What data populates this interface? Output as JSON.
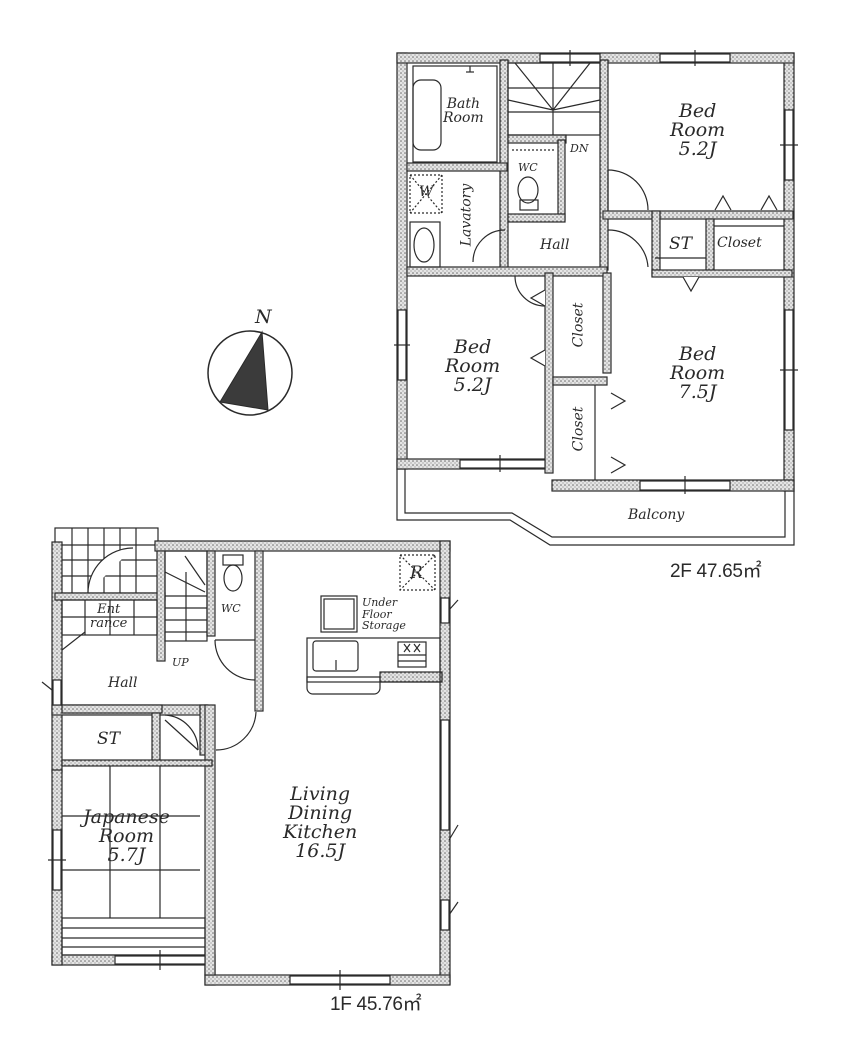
{
  "compass": {
    "label": "N"
  },
  "floor2": {
    "area_label": "2F 47.65㎡",
    "rooms": {
      "bath": [
        "Bath",
        "Room"
      ],
      "lavatory": "Lavatory",
      "washer": "W",
      "wc": "WC",
      "stairs": "DN",
      "hall": "Hall",
      "bed_ne": [
        "Bed",
        "Room",
        "5.2J"
      ],
      "st": "ST",
      "closet_ne": "Closet",
      "bed_w": [
        "Bed",
        "Room",
        "5.2J"
      ],
      "closet_mid_upper": "Closet",
      "closet_mid_lower": "Closet",
      "bed_e": [
        "Bed",
        "Room",
        "7.5J"
      ],
      "balcony": "Balcony"
    }
  },
  "floor1": {
    "area_label": "1F 45.76㎡",
    "rooms": {
      "entrance": [
        "Ent",
        "rance"
      ],
      "hall": "Hall",
      "stairs": "UP",
      "wc": "WC",
      "refrigerator": "R",
      "under_floor_storage": [
        "Under",
        "Floor",
        "Storage"
      ],
      "st": "ST",
      "japanese_room": [
        "Japanese",
        "Room",
        "5.7J"
      ],
      "ldk": [
        "Living",
        "Dining",
        "Kitchen",
        "16.5J"
      ]
    }
  },
  "colors": {
    "line": "#2a2a2a",
    "wall_fill": "#bdbdbd",
    "background": "#ffffff"
  }
}
